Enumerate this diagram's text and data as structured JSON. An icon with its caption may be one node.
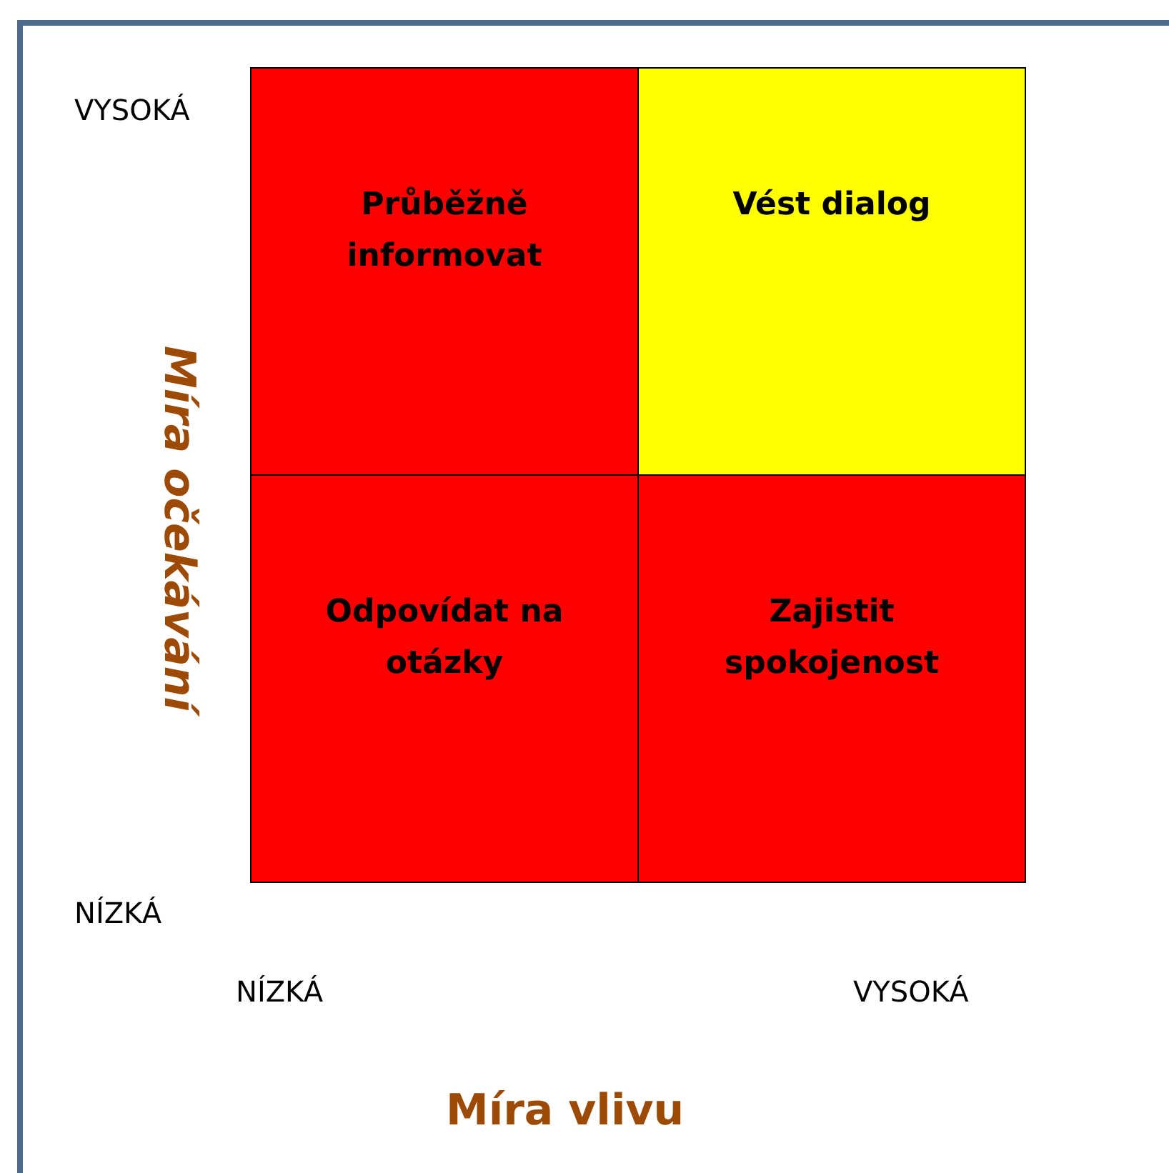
{
  "diagram": {
    "nodes": [
      {
        "text": [
          "Průběžně informovat"
        ]
      },
      {
        "text": [
          "Vést dialog"
        ]
      },
      {
        "text": [
          "Odpovídat na otázky"
        ]
      },
      {
        "text": [
          "Zajistit spokojenost"
        ]
      }
    ],
    "labels": [
      "VYSOKÁ",
      "Míra očekávání",
      "NÍZKÁ",
      "NÍZKÁ",
      "VYSOKÁ",
      "Míra vlivu"
    ]
  }
}
